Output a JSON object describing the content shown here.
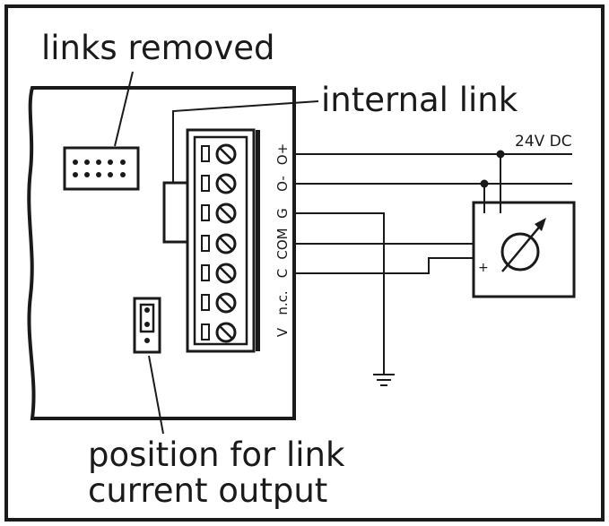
{
  "labels": {
    "links_removed": "links removed",
    "internal_link": "internal link",
    "supply": "24V DC",
    "position_line1": "position for link",
    "position_line2": "current output",
    "plus_sign": "+"
  },
  "terminals": [
    "O+",
    "O-",
    "G",
    "COM",
    "C",
    "n.c.",
    "V"
  ],
  "icons": {
    "ground": "ground-symbol-icon",
    "meter": "ammeter-icon",
    "screw": "terminal-screw-icon"
  }
}
